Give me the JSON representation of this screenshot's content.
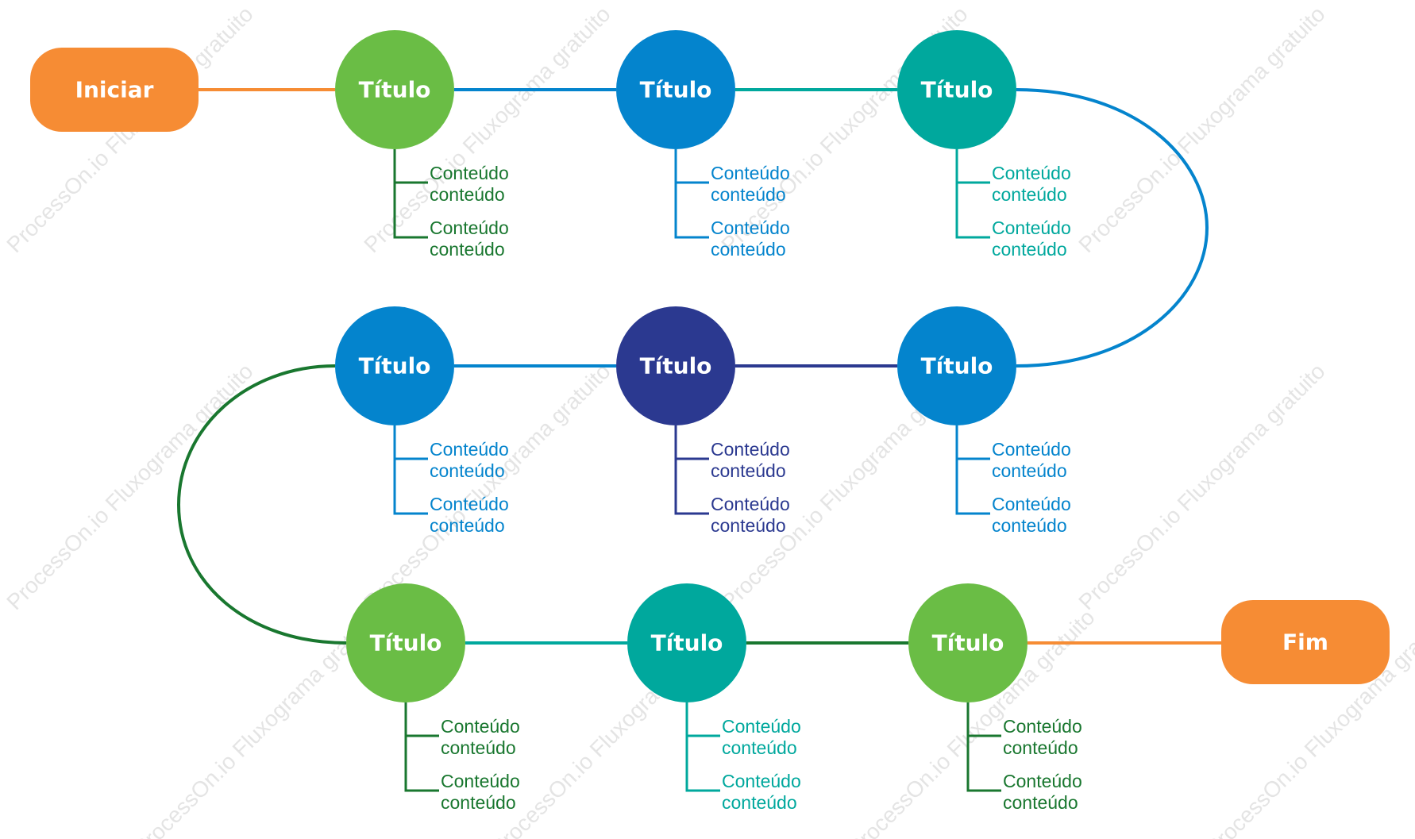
{
  "colors": {
    "orange": "#f68c34",
    "green": "#6abd45",
    "dark_green": "#19772f",
    "blue": "#0484cd",
    "teal": "#00a89d",
    "navy": "#2b3990",
    "white": "#ffffff"
  },
  "watermark": "ProcessOn.io Fluxograma gratuito",
  "start": {
    "label": "Iniciar",
    "color": "orange"
  },
  "end": {
    "label": "Fim",
    "color": "orange"
  },
  "nodes": [
    {
      "title": "Título",
      "fill": "green",
      "branch": "dark_green",
      "items": [
        [
          "Conteúdo",
          "conteúdo"
        ],
        [
          "Conteúdo",
          "conteúdo"
        ]
      ]
    },
    {
      "title": "Título",
      "fill": "blue",
      "branch": "blue",
      "items": [
        [
          "Conteúdo",
          "conteúdo"
        ],
        [
          "Conteúdo",
          "conteúdo"
        ]
      ]
    },
    {
      "title": "Título",
      "fill": "teal",
      "branch": "teal",
      "items": [
        [
          "Conteúdo",
          "conteúdo"
        ],
        [
          "Conteúdo",
          "conteúdo"
        ]
      ]
    },
    {
      "title": "Título",
      "fill": "blue",
      "branch": "blue",
      "items": [
        [
          "Conteúdo",
          "conteúdo"
        ],
        [
          "Conteúdo",
          "conteúdo"
        ]
      ]
    },
    {
      "title": "Título",
      "fill": "navy",
      "branch": "navy",
      "items": [
        [
          "Conteúdo",
          "conteúdo"
        ],
        [
          "Conteúdo",
          "conteúdo"
        ]
      ]
    },
    {
      "title": "Título",
      "fill": "blue",
      "branch": "blue",
      "items": [
        [
          "Conteúdo",
          "conteúdo"
        ],
        [
          "Conteúdo",
          "conteúdo"
        ]
      ]
    },
    {
      "title": "Título",
      "fill": "green",
      "branch": "dark_green",
      "items": [
        [
          "Conteúdo",
          "conteúdo"
        ],
        [
          "Conteúdo",
          "conteúdo"
        ]
      ]
    },
    {
      "title": "Título",
      "fill": "teal",
      "branch": "teal",
      "items": [
        [
          "Conteúdo",
          "conteúdo"
        ],
        [
          "Conteúdo",
          "conteúdo"
        ]
      ]
    },
    {
      "title": "Título",
      "fill": "green",
      "branch": "dark_green",
      "items": [
        [
          "Conteúdo",
          "conteúdo"
        ],
        [
          "Conteúdo",
          "conteúdo"
        ]
      ]
    }
  ],
  "connectors": [
    "orange",
    "blue",
    "teal",
    "blue",
    "blue",
    "navy",
    "dark_green",
    "teal",
    "dark_green",
    "orange"
  ]
}
